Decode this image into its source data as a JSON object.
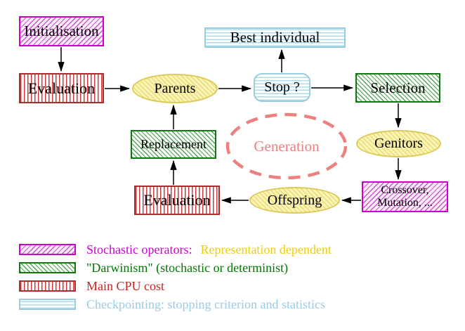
{
  "diagram": {
    "nodes": {
      "initialisation": {
        "label": "Initialisation",
        "style": "magenta-diagonal-hatch"
      },
      "evaluation_top": {
        "label": "Evaluation",
        "style": "red-vertical-stripes"
      },
      "parents": {
        "label": "Parents",
        "style": "yellow-hatch-ellipse"
      },
      "best_individual": {
        "label": "Best individual",
        "style": "cyan-horizontal-stripes"
      },
      "stop": {
        "label": "Stop ?",
        "style": "cyan-horizontal-stripes"
      },
      "selection": {
        "label": "Selection",
        "style": "green-diagonal-hatch"
      },
      "replacement": {
        "label": "Replacement",
        "style": "green-diagonal-hatch"
      },
      "generation": {
        "label": "Generation",
        "style": "salmon-dashed-ellipse"
      },
      "genitors": {
        "label": "Genitors",
        "style": "yellow-hatch-ellipse"
      },
      "crossover": {
        "label_line1": "Crossover,",
        "label_line2": "Mutation, ...",
        "style": "magenta-diagonal-hatch"
      },
      "offspring": {
        "label": "Offspring",
        "style": "yellow-hatch-ellipse"
      },
      "evaluation_bottom": {
        "label": "Evaluation",
        "style": "red-vertical-stripes"
      }
    },
    "edges": [
      {
        "from": "initialisation",
        "to": "evaluation_top"
      },
      {
        "from": "evaluation_top",
        "to": "parents"
      },
      {
        "from": "parents",
        "to": "stop"
      },
      {
        "from": "stop",
        "to": "best_individual"
      },
      {
        "from": "stop",
        "to": "selection"
      },
      {
        "from": "selection",
        "to": "genitors"
      },
      {
        "from": "genitors",
        "to": "crossover"
      },
      {
        "from": "crossover",
        "to": "offspring"
      },
      {
        "from": "offspring",
        "to": "evaluation_bottom"
      },
      {
        "from": "evaluation_bottom",
        "to": "replacement"
      },
      {
        "from": "replacement",
        "to": "parents"
      }
    ]
  },
  "legend": {
    "items": [
      {
        "swatch": "magenta-diagonal-hatch",
        "label": "Stochastic operators:",
        "label_color": "#cc00cc",
        "label2": "Representation dependent",
        "label2_color": "#eecc11"
      },
      {
        "swatch": "green-diagonal-hatch",
        "label": "\"Darwinism\" (stochastic or determinist)",
        "label_color": "#007700"
      },
      {
        "swatch": "red-vertical-stripes",
        "label": "Main CPU cost",
        "label_color": "#cc2222"
      },
      {
        "swatch": "cyan-horizontal-stripes",
        "label": "Checkpointing: stopping criterion and statistics",
        "label_color": "#99cce8"
      }
    ]
  },
  "colors": {
    "magenta": "#cc00cc",
    "green_border": "#117711",
    "red_border": "#aa3030",
    "cyan_border": "#99ccdd",
    "yellow_border": "#ddc95a",
    "salmon": "#ee8080",
    "text": "#000000",
    "background": "#ffffff"
  }
}
